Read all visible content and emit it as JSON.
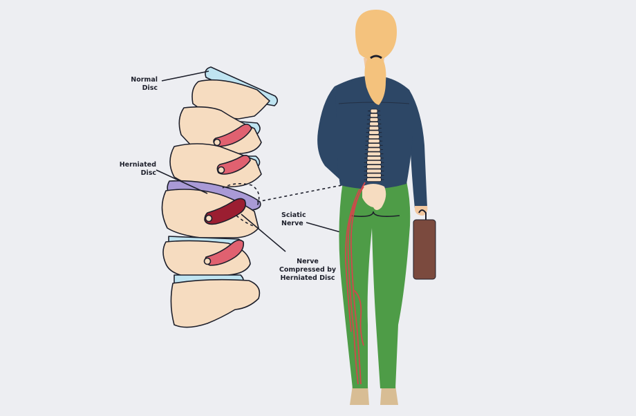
{
  "labels": {
    "normal_disc": [
      "Normal",
      "Disc"
    ],
    "herniated_disc": [
      "Herniated",
      "Disc"
    ],
    "sciatic_nerve": [
      "Sciatic",
      "Nerve"
    ],
    "nerve_compressed": [
      "Nerve",
      "Compressed by",
      "Herniated Disc"
    ]
  },
  "colors": {
    "background": "#edeef2",
    "bone": "#f6dcc0",
    "disc": "#bfe4f1",
    "herniated_disc": "#a99ad6",
    "nerve": "#e06170",
    "compressed_nerve": "#9b1e31",
    "jacket": "#2d4766",
    "pants": "#4e9c47",
    "hair": "#f4c27d",
    "bag": "#7b4a3e",
    "outline": "#1d1f2b"
  }
}
